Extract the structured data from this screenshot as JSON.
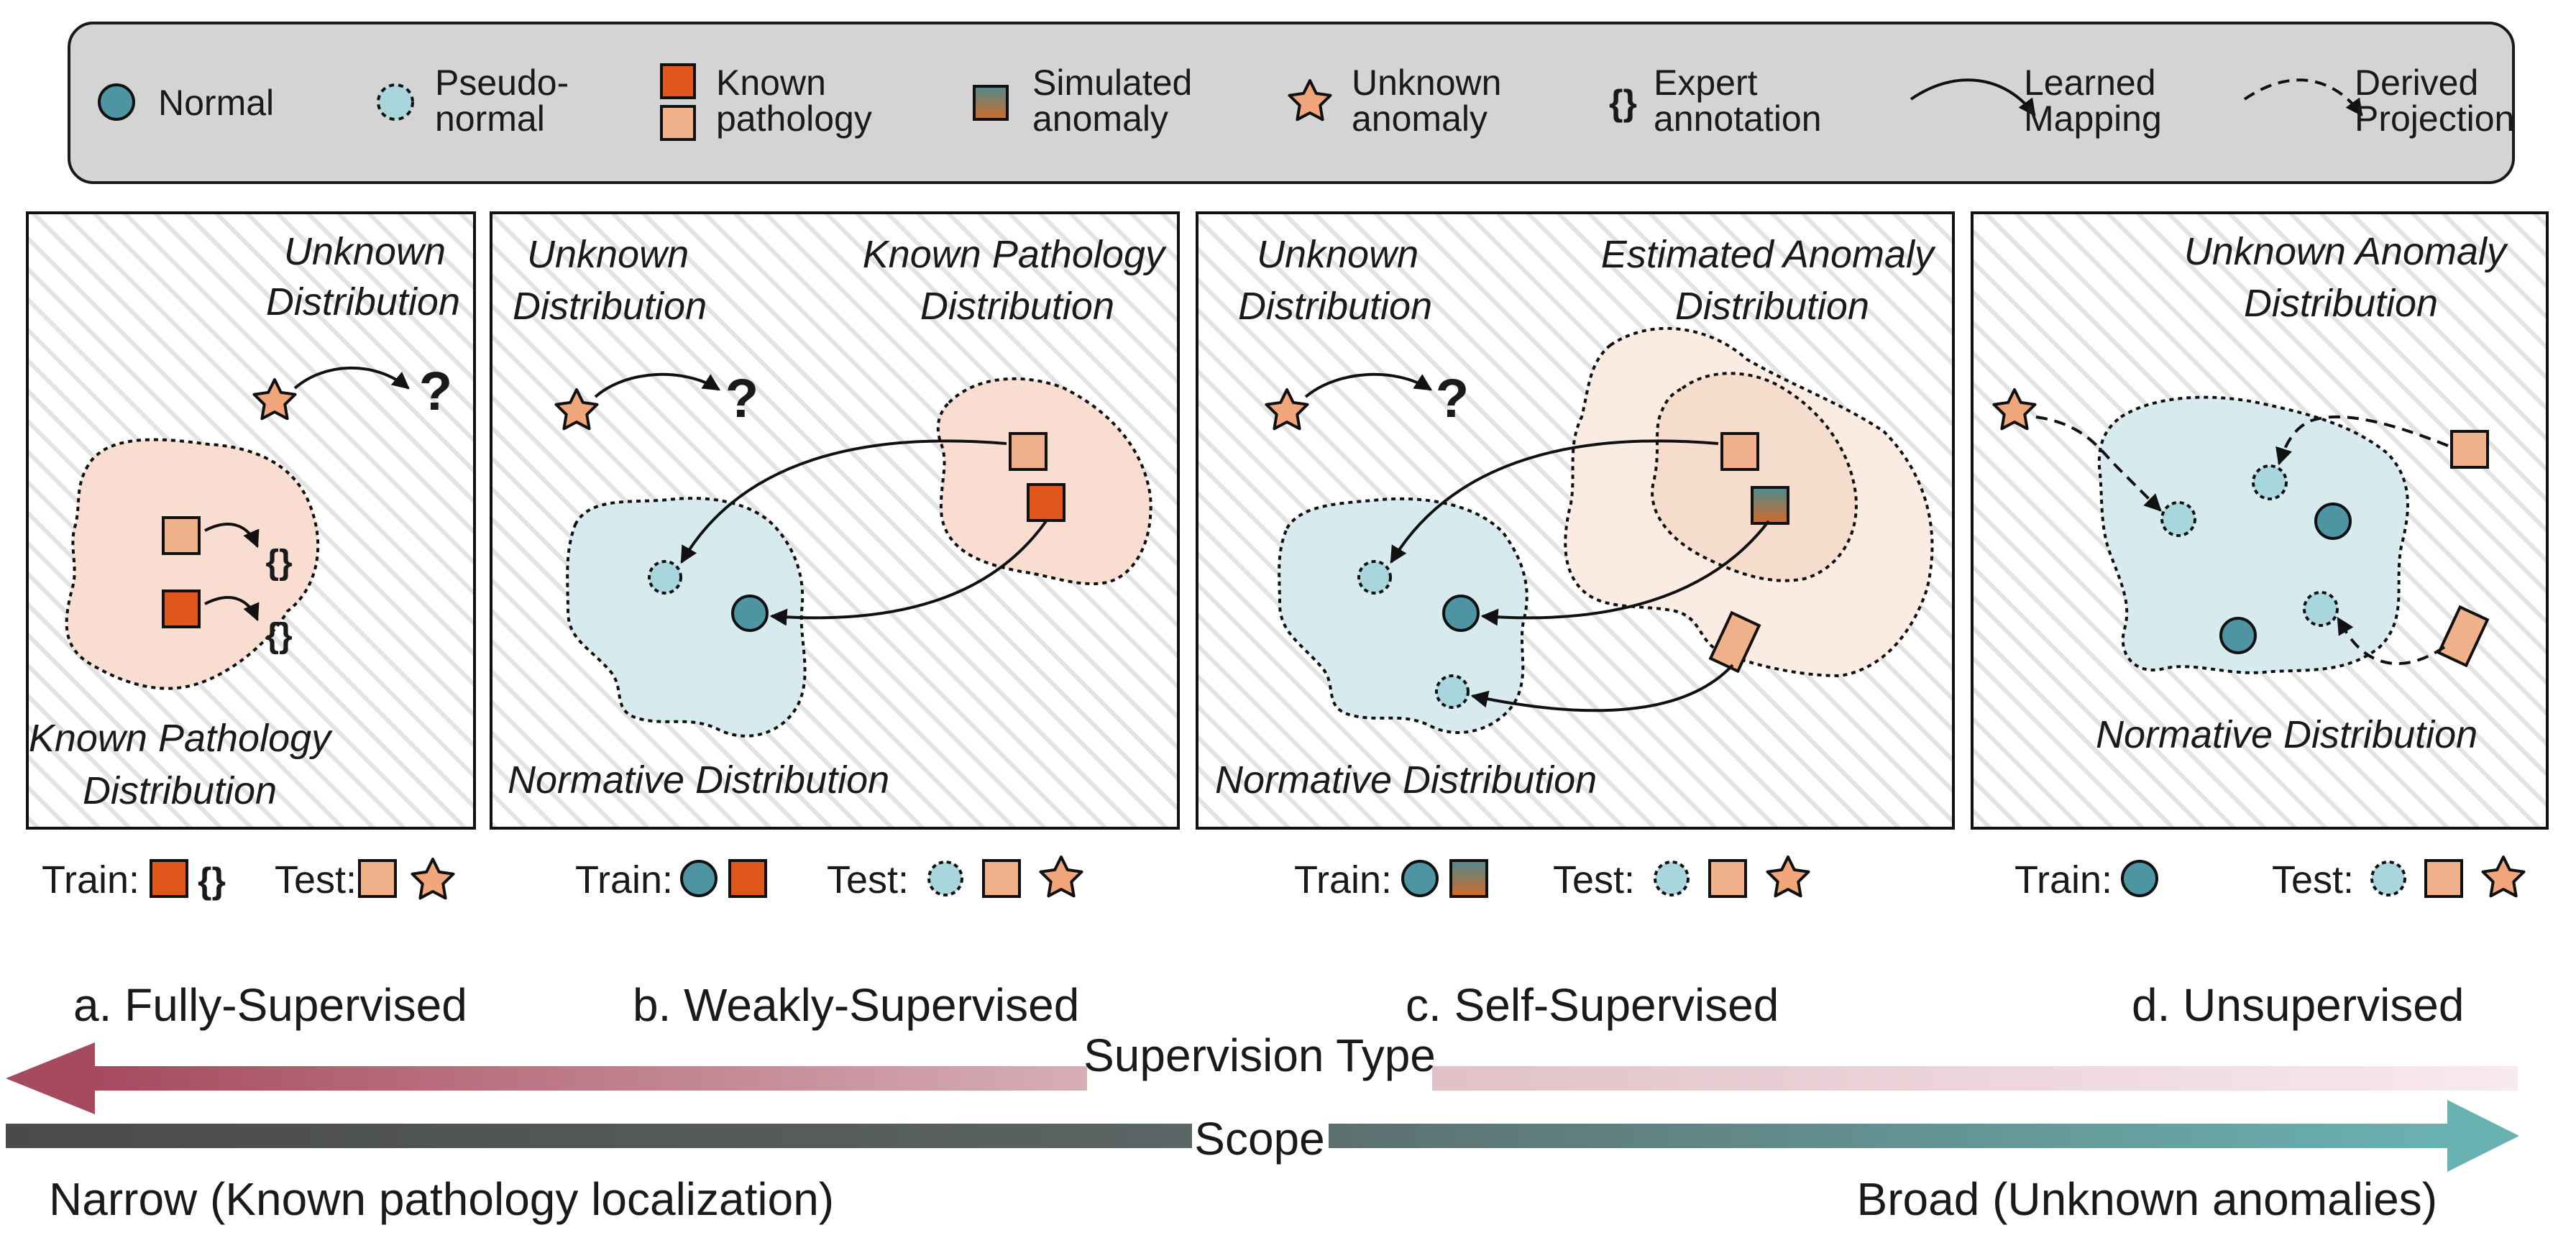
{
  "colors": {
    "normal": "#4e94a3",
    "pseudo": "#a9d6dc",
    "known_dark": "#e0561b",
    "known_light": "#f0b089",
    "unknown": "#f0a57a",
    "question": "#cc2418",
    "normative_region": "#d7ebee",
    "pathology_region": "#f8ddd0",
    "supervision_arrow": "#a64a5e",
    "scope_arrow_start": "#4a4a4a",
    "scope_arrow_end": "#6ab0b0"
  },
  "legend": {
    "normal": "Normal",
    "pseudo_1": "Pseudo-",
    "pseudo_2": "normal",
    "known_1": "Known",
    "known_2": "pathology",
    "simulated_1": "Simulated",
    "simulated_2": "anomaly",
    "unknown_1": "Unknown",
    "unknown_2": "anomaly",
    "expert_1": "Expert",
    "expert_2": "annotation",
    "learned_1": "Learned",
    "learned_2": "Mapping",
    "derived_1": "Derived",
    "derived_2": "Projection",
    "brace_symbol": "{}"
  },
  "panels": {
    "a": {
      "unknown_1": "Unknown",
      "unknown_2": "Distribution",
      "known_1": "Known Pathology",
      "known_2": "Distribution",
      "question": "?",
      "brace": "{}",
      "train_label": "Train:",
      "test_label": "Test:"
    },
    "b": {
      "unknown_1": "Unknown",
      "unknown_2": "Distribution",
      "known_1": "Known Pathology",
      "known_2": "Distribution",
      "normative": "Normative Distribution",
      "question": "?",
      "train_label": "Train:",
      "test_label": "Test:"
    },
    "c": {
      "unknown_1": "Unknown",
      "unknown_2": "Distribution",
      "estimated_1": "Estimated Anomaly",
      "estimated_2": "Distribution",
      "normative": "Normative Distribution",
      "question": "?",
      "train_label": "Train:",
      "test_label": "Test:"
    },
    "d": {
      "unknown_1": "Unknown Anomaly",
      "unknown_2": "Distribution",
      "normative": "Normative Distribution",
      "train_label": "Train:",
      "test_label": "Test:"
    }
  },
  "paradigms": {
    "a": "a. Fully-Supervised",
    "b": "b. Weakly-Supervised",
    "c": "c. Self-Supervised",
    "d": "d. Unsupervised"
  },
  "axes": {
    "supervision": "Supervision Type",
    "scope": "Scope",
    "narrow": "Narrow (Known pathology localization)",
    "broad": "Broad (Unknown anomalies)"
  }
}
